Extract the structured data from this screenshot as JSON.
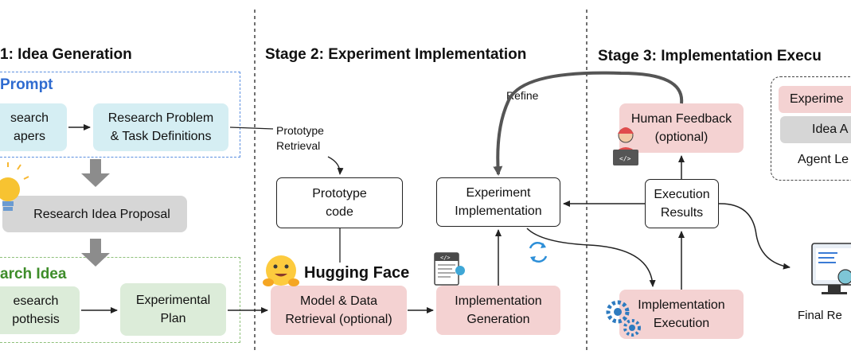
{
  "stages": {
    "stage1_title": "1: Idea Generation",
    "stage2_title": "Stage 2: Experiment Implementation",
    "stage3_title": "Stage 3: Implementation Execu"
  },
  "stage1": {
    "prompt_label": "Prompt",
    "research_papers": "search\napers",
    "research_problem": "Research Problem\n& Task Definitions",
    "idea_proposal": "Research Idea Proposal",
    "research_idea_label": "arch Idea",
    "research_hypothesis": "esearch\npothesis",
    "experimental_plan": "Experimental\nPlan"
  },
  "stage2": {
    "prototype_retrieval": "Prototype\nRetrieval",
    "prototype_code": "Prototype\ncode",
    "hugging_face": "Hugging Face",
    "model_data_retrieval": "Model & Data\nRetrieval (optional)",
    "experiment_implementation": "Experiment\nImplementation",
    "implementation_generation": "Implementation\nGeneration",
    "refine": "Refine"
  },
  "stage3": {
    "human_feedback": "Human Feedback\n(optional)",
    "execution_results": "Execution\nResults",
    "implementation_execution": "Implementation\nExecution",
    "final_results": "Final Re"
  },
  "legend": {
    "experiment": "Experime",
    "idea_agent": "Idea A",
    "agent_learning": "Agent Le"
  },
  "icons": [
    "lightbulb-icon",
    "hugging-face-icon",
    "code-document-icon",
    "refresh-icon",
    "human-coder-icon",
    "gears-icon",
    "monitor-report-icon"
  ],
  "colors": {
    "prompt_blue": "#2f6bd0",
    "idea_green": "#3e8d2a",
    "cyan_box": "#d5eef3",
    "green_box": "#dcecd9",
    "gray_box": "#d6d6d6",
    "pink_box": "#f4d2d2"
  }
}
